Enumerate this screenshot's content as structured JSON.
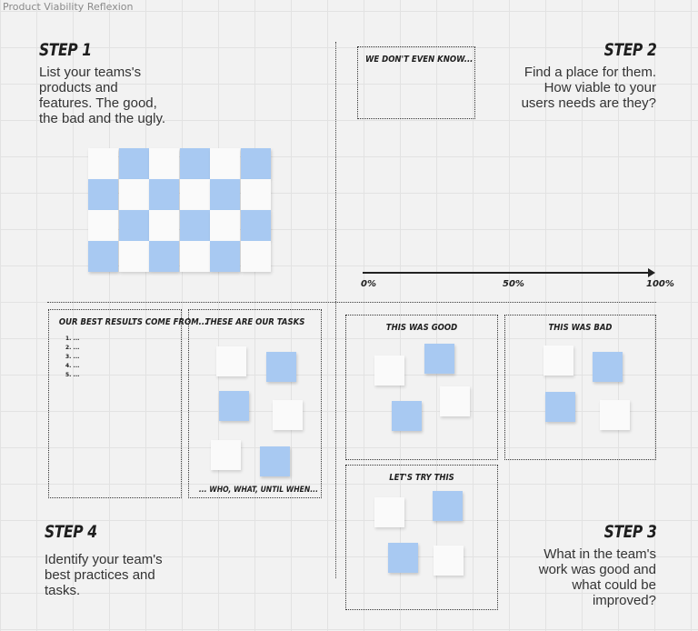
{
  "frame": {
    "title": "Product Viability Reflexion"
  },
  "step1": {
    "heading": "STEP 1",
    "text": "List your teams's\nproducts and\nfeatures. The good,\nthe bad and the ugly."
  },
  "step2": {
    "heading": "STEP 2",
    "text": "Find a  place for them.\nHow viable to your\nusers needs are they?"
  },
  "step3": {
    "heading": "STEP 3",
    "text": "What  in the team's\nwork was good and\nwhat could be\nimproved?"
  },
  "step4": {
    "heading": "STEP 4",
    "text": "Identify your team's\nbest practices and\ntasks."
  },
  "boxes": {
    "dont_know": {
      "title": "WE DON'T EVEN KNOW..."
    },
    "best_results": {
      "title": "OUR BEST RESULTS COME FROM...",
      "items": [
        "1. ...",
        "2. ...",
        "3. ...",
        "4. ...",
        "5. ..."
      ]
    },
    "tasks": {
      "title": "THESE ARE OUR TASKS",
      "footer": "... WHO, WHAT, UNTIL WHEN..."
    },
    "good": {
      "title": "THIS WAS GOOD"
    },
    "bad": {
      "title": "THIS WAS BAD"
    },
    "try": {
      "title": "LET'S TRY THIS"
    }
  },
  "axis": {
    "labels": [
      "0%",
      "50%",
      "100%"
    ]
  },
  "colors": {
    "sticky_blue": "#a8c9f2",
    "sticky_white": "#fafafa",
    "board_bg": "#f2f2f2"
  }
}
